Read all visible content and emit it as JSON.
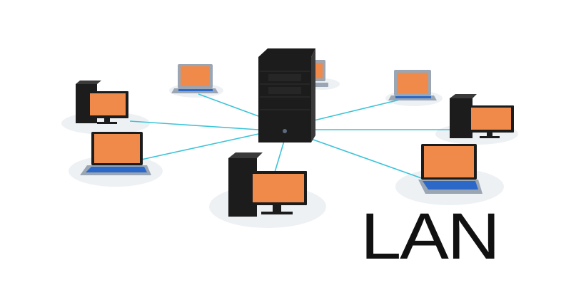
{
  "diagram": {
    "title": "LAN",
    "colors": {
      "link": "#3cc4d8",
      "screen": "#f08a4b",
      "device_dark": "#1c1c1c",
      "laptop_body": "#9aa6b4",
      "laptop_deck": "#2c68c8",
      "shadow": "#eef1f4",
      "text": "#111111"
    },
    "hub": {
      "kind": "server-tower",
      "icon": "server-tower-icon"
    },
    "nodes": [
      {
        "id": "laptop-top-left",
        "kind": "laptop",
        "icon": "laptop-icon"
      },
      {
        "id": "desktop-left",
        "kind": "desktop",
        "icon": "desktop-computer-icon"
      },
      {
        "id": "laptop-left",
        "kind": "laptop",
        "icon": "laptop-icon"
      },
      {
        "id": "desktop-bottom",
        "kind": "desktop",
        "icon": "desktop-computer-icon"
      },
      {
        "id": "laptop-top-right",
        "kind": "laptop",
        "icon": "laptop-icon"
      },
      {
        "id": "desktop-right",
        "kind": "desktop",
        "icon": "desktop-computer-icon"
      },
      {
        "id": "laptop-right",
        "kind": "laptop",
        "icon": "laptop-icon"
      },
      {
        "id": "laptop-behind-server",
        "kind": "laptop",
        "icon": "laptop-icon"
      }
    ],
    "links": [
      {
        "from": "server",
        "to": "laptop-top-left"
      },
      {
        "from": "server",
        "to": "desktop-left"
      },
      {
        "from": "server",
        "to": "laptop-left"
      },
      {
        "from": "server",
        "to": "desktop-bottom"
      },
      {
        "from": "server",
        "to": "laptop-top-right"
      },
      {
        "from": "server",
        "to": "desktop-right"
      },
      {
        "from": "server",
        "to": "laptop-right"
      }
    ]
  }
}
